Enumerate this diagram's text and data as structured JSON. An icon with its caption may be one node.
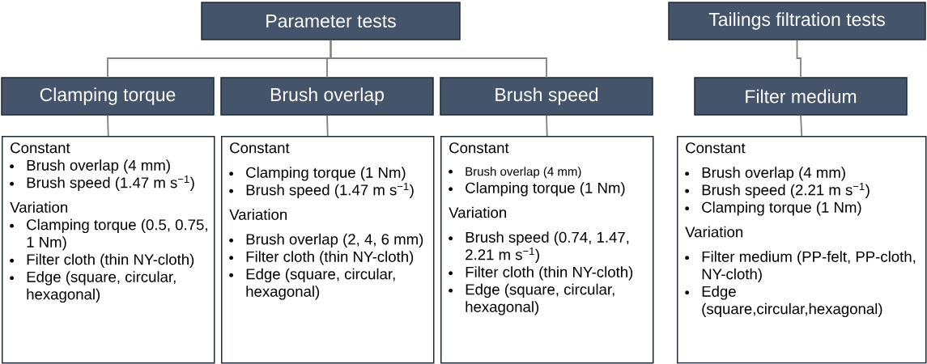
{
  "diagram": {
    "nodes": [
      {
        "text": [
          "Parameter tests"
        ]
      },
      {
        "text": [
          "Tailings filtration tests"
        ]
      },
      {
        "text": [
          "Clamping torque"
        ]
      },
      {
        "text": [
          "Brush overlap"
        ]
      },
      {
        "text": [
          "Brush speed"
        ]
      },
      {
        "text": [
          "Filter medium"
        ]
      },
      {
        "text": [
          "Constant",
          "Brush overlap (4 mm)",
          "Brush speed (1.47 m s$^{−1}$)",
          "Variation",
          "Clamping torque (0.5, 0.75, 1 Nm)",
          "Filter cloth (thin NY-cloth)",
          "Edge (square, circular, hexagonal)"
        ]
      },
      {
        "text": [
          "Constant",
          "Clamping torque (1 Nm)",
          "Brush speed (1.47 m s$^{−1}$)",
          "Variation",
          "Brush overlap (2, 4, 6 mm)",
          "Filter cloth (thin NY-cloth)",
          "Edge (square, circular, hexagonal)"
        ]
      },
      {
        "text": [
          "Constant",
          "Brush overlap (4 mm)",
          "Clamping torque (1 Nm)",
          "Variation",
          "Brush speed (0.74, 1.47, 2.21 m s$^{−1}$)",
          "Filter cloth (thin NY-cloth)",
          "Edge (square, circular, hexagonal)"
        ]
      },
      {
        "text": [
          "Constant",
          "Brush overlap (4 mm)",
          "Brush speed (2.21 m s$^{−1}$)",
          "Clamping torque (1 Nm)",
          "Variation",
          "Filter medium (PP-felt, PP-cloth, NY-cloth)",
          "Edge (square,circular,hexagonal)"
        ]
      }
    ],
    "edges": [
      {
        "from": 0,
        "to": 2,
        "arrow": "none"
      },
      {
        "from": 0,
        "to": 3,
        "arrow": "none"
      },
      {
        "from": 0,
        "to": 4,
        "arrow": "none"
      },
      {
        "from": 1,
        "to": 5,
        "arrow": "none"
      },
      {
        "from": 2,
        "to": 6,
        "arrow": "none"
      },
      {
        "from": 3,
        "to": 7,
        "arrow": "none"
      },
      {
        "from": 4,
        "to": 8,
        "arrow": "none"
      },
      {
        "from": 5,
        "to": 9,
        "arrow": "none"
      }
    ]
  }
}
